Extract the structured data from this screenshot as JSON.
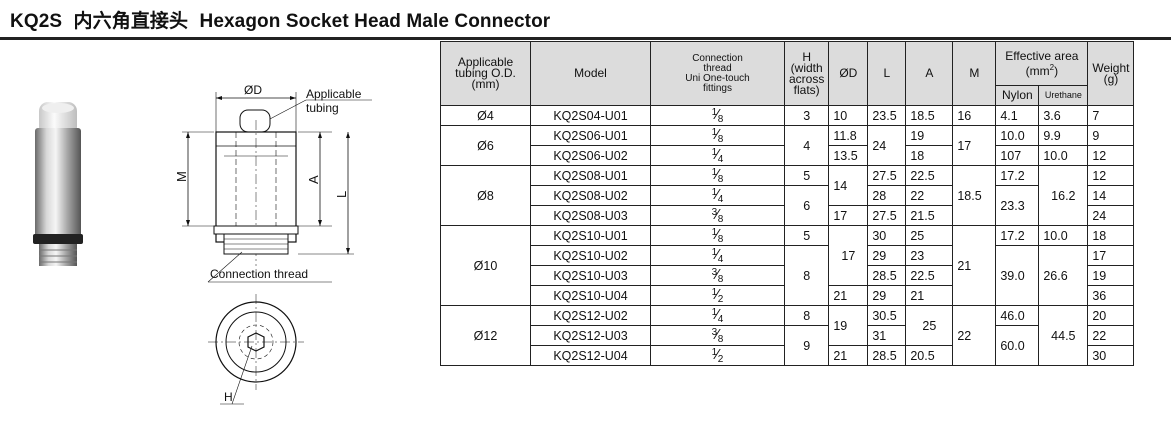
{
  "header": {
    "code": "KQ2S",
    "title_cn": "内六角直接头",
    "title_en": "Hexagon Socket Head Male Connector"
  },
  "drawing": {
    "dim_d": "ØD",
    "label_tubing": "Applicable tubing",
    "dim_m": "M",
    "dim_a": "A",
    "dim_l": "L",
    "label_thread": "Connection thread",
    "dim_h": "H"
  },
  "table": {
    "headers": {
      "tubing_od": "Applicable tubing O.D. (mm)",
      "model": "Model",
      "connection_thread": "Connection thread Uni One-touch fittings",
      "h": "H (width across flats)",
      "od": "ØD",
      "l": "L",
      "a": "A",
      "m": "M",
      "effective_area": "Effective area (mm²)",
      "nylon": "Nylon",
      "urethane": "Urethane",
      "weight": "Weight (g)"
    },
    "groups": [
      {
        "od": "Ø4",
        "rows": [
          {
            "model": "KQ2S04-U01",
            "thread": [
              "1",
              "8"
            ],
            "h": "3",
            "d": "10",
            "l": "23.5",
            "a": "18.5",
            "m": "16",
            "nylon": "4.1",
            "urethane": "3.6",
            "weight": "7"
          }
        ]
      },
      {
        "od": "Ø6",
        "rows": [
          {
            "model": "KQ2S06-U01",
            "thread": [
              "1",
              "8"
            ],
            "h": "4",
            "d": "11.8",
            "l": "24",
            "a": "19",
            "m": "17",
            "nylon": "10.0",
            "urethane": "9.9",
            "weight": "9"
          },
          {
            "model": "KQ2S06-U02",
            "thread": [
              "1",
              "4"
            ],
            "d": "13.5",
            "a": "18",
            "nylon": "107",
            "urethane": "10.0",
            "weight": "12"
          }
        ]
      },
      {
        "od": "Ø8",
        "rows": [
          {
            "model": "KQ2S08-U01",
            "thread": [
              "1",
              "8"
            ],
            "h": "5",
            "d": "14",
            "l": "27.5",
            "a": "22.5",
            "m": "18.5",
            "nylon": "17.2",
            "urethane": "16.2",
            "weight": "12"
          },
          {
            "model": "KQ2S08-U02",
            "thread": [
              "1",
              "4"
            ],
            "h": "6",
            "l": "28",
            "a": "22",
            "nylon": "23.3",
            "weight": "14"
          },
          {
            "model": "KQ2S08-U03",
            "thread": [
              "3",
              "8"
            ],
            "d": "17",
            "l": "27.5",
            "a": "21.5",
            "weight": "24"
          }
        ]
      },
      {
        "od": "Ø10",
        "rows": [
          {
            "model": "KQ2S10-U01",
            "thread": [
              "1",
              "8"
            ],
            "h": "5",
            "d": "17",
            "l": "30",
            "a": "25",
            "m": "21",
            "nylon": "17.2",
            "urethane": "10.0",
            "weight": "18"
          },
          {
            "model": "KQ2S10-U02",
            "thread": [
              "1",
              "4"
            ],
            "h": "8",
            "l": "29",
            "a": "23",
            "nylon": "39.0",
            "urethane": "26.6",
            "weight": "17"
          },
          {
            "model": "KQ2S10-U03",
            "thread": [
              "3",
              "8"
            ],
            "l": "28.5",
            "a": "22.5",
            "weight": "19"
          },
          {
            "model": "KQ2S10-U04",
            "thread": [
              "1",
              "2"
            ],
            "d": "21",
            "l": "29",
            "a": "21",
            "weight": "36"
          }
        ]
      },
      {
        "od": "Ø12",
        "rows": [
          {
            "model": "KQ2S12-U02",
            "thread": [
              "1",
              "4"
            ],
            "h": "8",
            "d": "19",
            "l": "30.5",
            "a": "25",
            "m": "22",
            "nylon": "46.0",
            "urethane": "44.5",
            "weight": "20"
          },
          {
            "model": "KQ2S12-U03",
            "thread": [
              "3",
              "8"
            ],
            "h": "9",
            "l": "31",
            "nylon": "60.0",
            "weight": "22"
          },
          {
            "model": "KQ2S12-U04",
            "thread": [
              "1",
              "2"
            ],
            "d": "21",
            "l": "28.5",
            "a": "20.5",
            "weight": "30"
          }
        ]
      }
    ]
  }
}
